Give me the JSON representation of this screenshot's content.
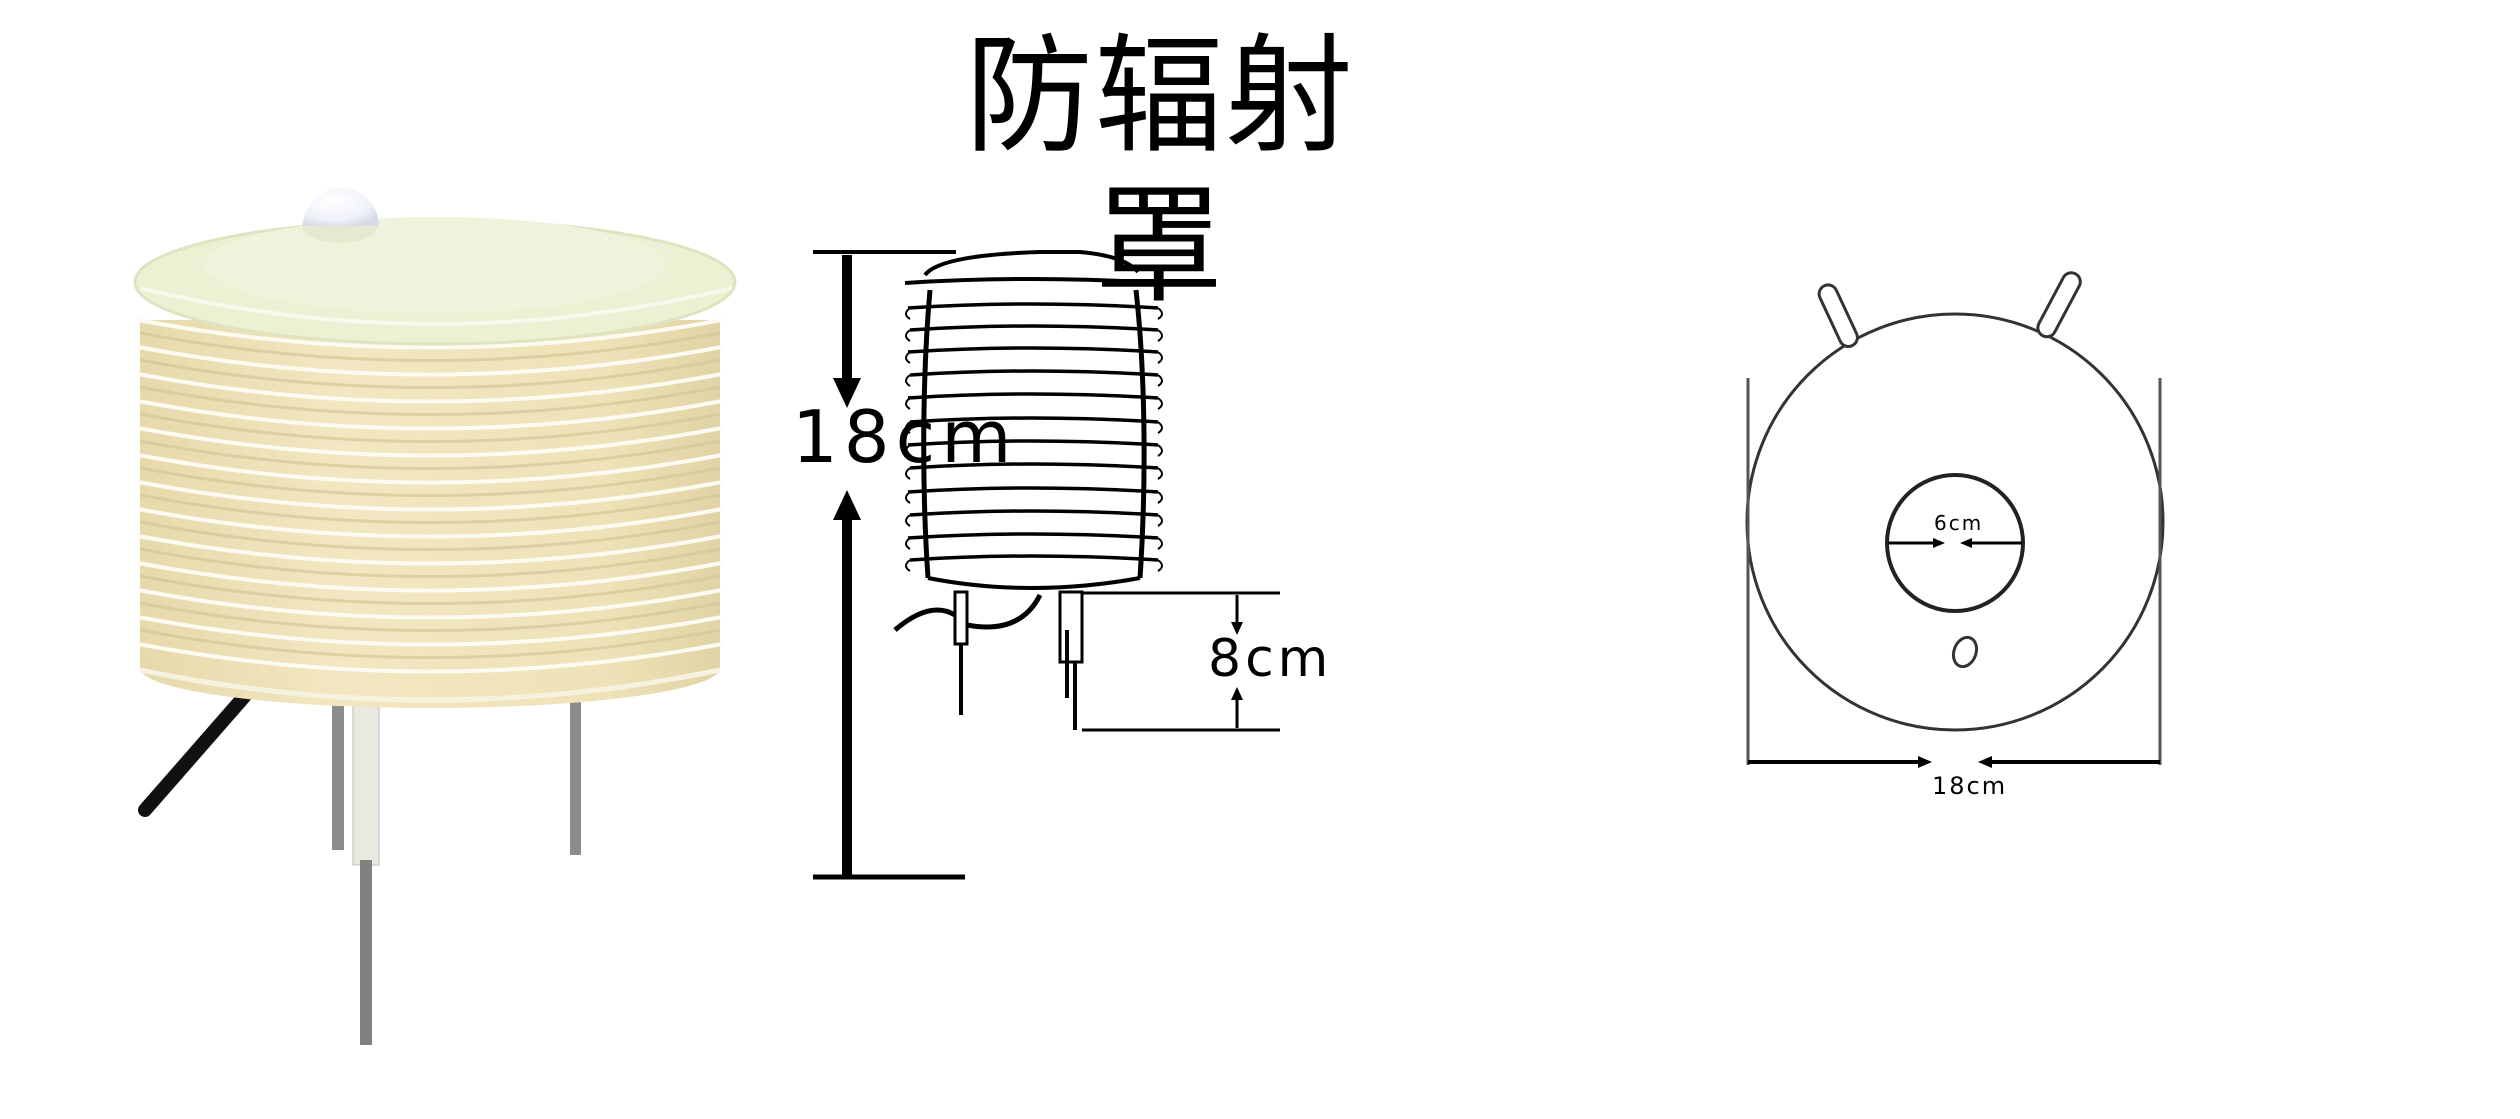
{
  "title": "防辐射罩",
  "panels": {
    "photo": {
      "label": "product-photo",
      "lid_color": "#eef2d6",
      "ring_color": "#efe2b8",
      "ring_highlight": "#fbfbf1",
      "sensor_dome_color": "#f4f6fb",
      "ring_count": 13
    },
    "side_drawing": {
      "height_label": "18cm",
      "leg_label": "8cm",
      "fin_count": 13
    },
    "bottom_drawing": {
      "inner_diameter_label": "6cm",
      "outer_diameter_label": "18cm"
    }
  }
}
